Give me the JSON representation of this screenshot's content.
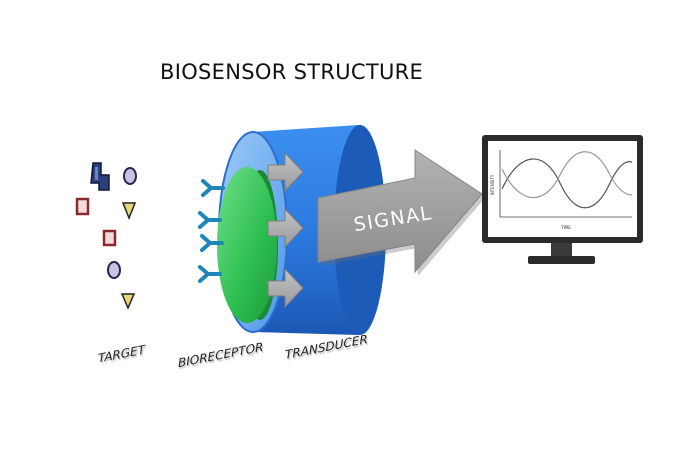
{
  "title": "BIOSENSOR STRUCTURE",
  "arrow_label": "SIGNAL",
  "labels": {
    "target": "TARGET",
    "bioreceptor": "BIORECEPTOR",
    "transducer": "TRANSDUCER"
  },
  "monitor": {
    "xlabel": "TIME",
    "ylabel": "INTENSITY"
  },
  "colors": {
    "transducer": "#2f7fe0",
    "bioreceptor": "#27c24a",
    "receptor": "#1f86b8",
    "arrow": "#9a9a9a",
    "monitor_frame": "#2b2b2b"
  }
}
